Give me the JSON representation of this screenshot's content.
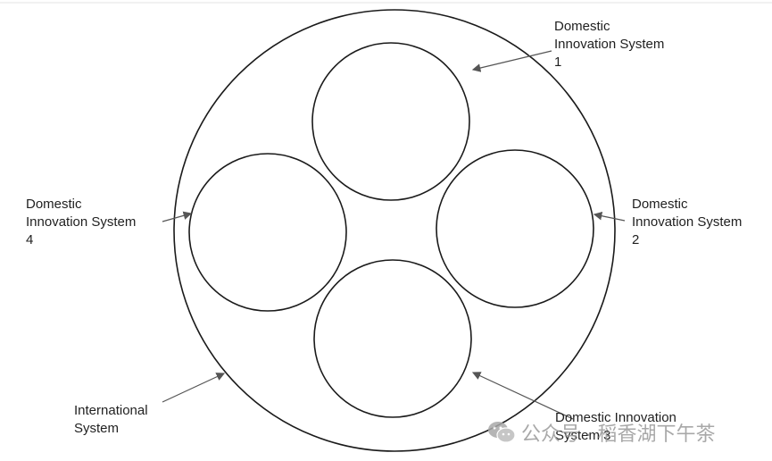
{
  "labels": {
    "dis1": [
      "Domestic",
      "Innovation System",
      "1"
    ],
    "dis2": [
      "Domestic",
      "Innovation System",
      "2"
    ],
    "dis3": [
      "Domestic Innovation",
      "System 3"
    ],
    "dis4": [
      "Domestic",
      "Innovation System",
      "4"
    ],
    "international": [
      "International",
      "System"
    ]
  },
  "watermark": {
    "text": "公众号 · 稻香湖下午茶",
    "icon": "wechat-icon"
  },
  "colors": {
    "stroke": "#1a1a1a",
    "arrow": "#555555",
    "text": "#1f1f1f",
    "watermark": "#9a9a9a"
  }
}
